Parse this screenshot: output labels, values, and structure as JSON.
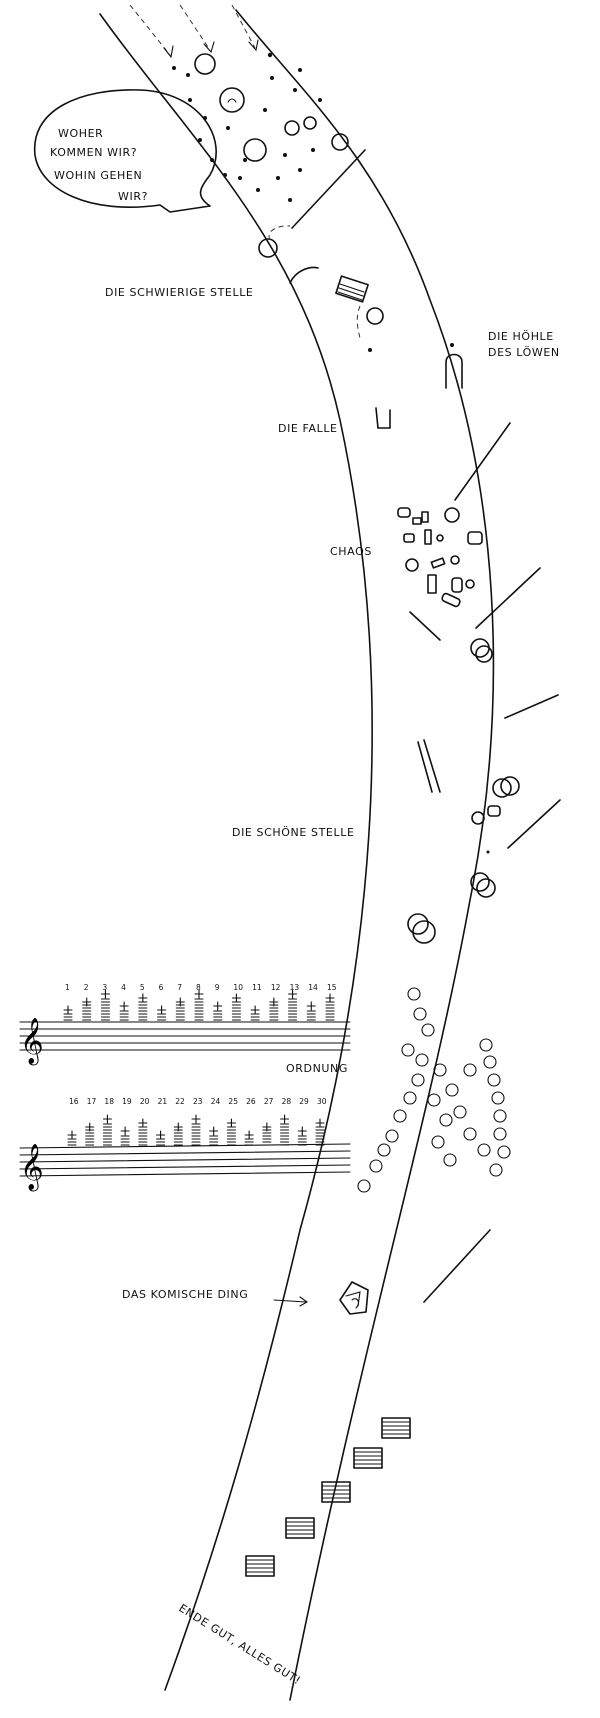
{
  "speech_bubble": {
    "line1": "WOHER",
    "line2": "KOMMEN  WIR?",
    "line3": "WOHIN GEHEN",
    "line4": "WIR?"
  },
  "labels": {
    "schwierige_stelle": "DIE SCHWIERIGE STELLE",
    "hoehle_line1": "DIE HÖHLE",
    "hoehle_line2": "DES LÖWEN",
    "falle": "DIE FALLE",
    "chaos": "CHAOS",
    "schoene_stelle": "DIE SCHÖNE STELLE",
    "ordnung": "ORDNUNG",
    "komische_ding": "DAS KOMISCHE DING",
    "ende": "ENDE GUT, ALLES GUT!"
  },
  "staff_numbers": {
    "row1": [
      "1",
      "2",
      "3",
      "4",
      "5",
      "6",
      "7",
      "8",
      "9",
      "10",
      "11",
      "12",
      "13",
      "14",
      "15"
    ],
    "row2": [
      "16",
      "17",
      "18",
      "19",
      "20",
      "21",
      "22",
      "23",
      "24",
      "25",
      "26",
      "27",
      "28",
      "29",
      "30"
    ]
  }
}
